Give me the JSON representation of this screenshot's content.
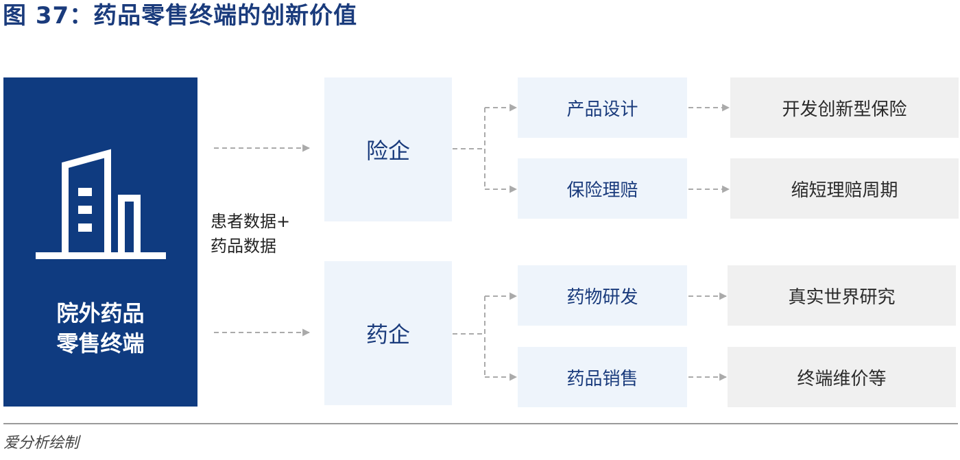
{
  "title": "图 37：药品零售终端的创新价值",
  "left_panel": {
    "label_line1": "院外药品",
    "label_line2": "零售终端",
    "icon": "building-icon"
  },
  "data_label": {
    "line1": "患者数据+",
    "line2": "药品数据"
  },
  "insurers": {
    "label": "险企",
    "items": [
      {
        "label": "产品设计",
        "result": "开发创新型保险"
      },
      {
        "label": "保险理赔",
        "result": "缩短理赔周期"
      }
    ]
  },
  "pharma": {
    "label": "药企",
    "items": [
      {
        "label": "药物研发",
        "result": "真实世界研究"
      },
      {
        "label": "药品销售",
        "result": "终端维价等"
      }
    ]
  },
  "source": "爱分析绘制",
  "colors": {
    "panel": "#0f3b80",
    "title": "#1a3b7c",
    "light_box": "#eef4fb",
    "result_box": "#f0f0f0",
    "connector": "#aaaaaa"
  }
}
